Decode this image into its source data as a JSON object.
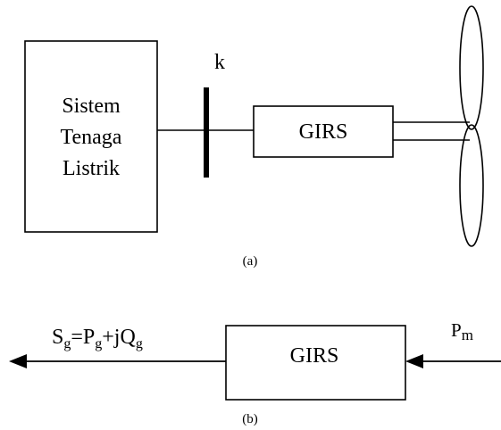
{
  "figure_a": {
    "power_system_label": [
      "Sistem",
      "Tenaga",
      "Listrik"
    ],
    "bus_label": "k",
    "generator_label": "GIRS",
    "caption": "(a)"
  },
  "figure_b": {
    "output_label": {
      "S": "S",
      "S_sub": "g",
      "eq": "=",
      "P": "P",
      "P_sub": "g",
      "plus_j": "+j",
      "Q": "Q",
      "Q_sub": "g"
    },
    "generator_label": "GIRS",
    "input_label": {
      "P": "P",
      "P_sub": "m"
    },
    "caption": "(b)"
  },
  "colors": {
    "ink": "#000000",
    "background": "#ffffff"
  }
}
